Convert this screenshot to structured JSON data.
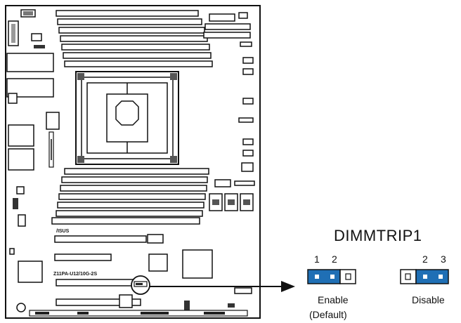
{
  "diagram": {
    "jumper_name": "DIMMTRIP1",
    "board_model": "Z11PA-U12/10G-2S",
    "board_logo": "/ISUS",
    "enable": {
      "pins": [
        "1",
        "2"
      ],
      "label": "Enable",
      "sublabel": "(Default)"
    },
    "disable": {
      "pins": [
        "2",
        "3"
      ],
      "label": "Disable"
    },
    "colors": {
      "cap": "#1f6fb5",
      "line": "#111111",
      "board": "#ffffff"
    }
  }
}
